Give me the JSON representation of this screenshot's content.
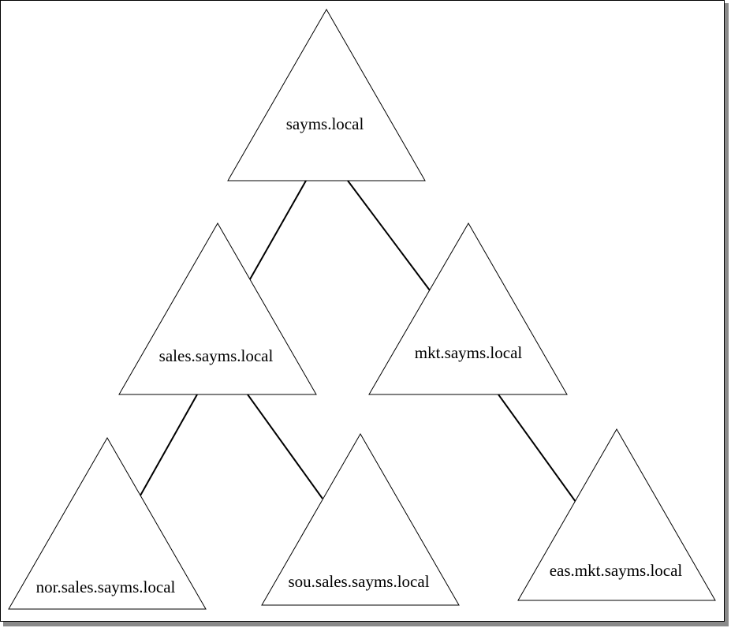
{
  "domains": {
    "root": "sayms.local",
    "sales": "sales.sayms.local",
    "mkt": "mkt.sayms.local",
    "nor": "nor.sales.sayms.local",
    "sou": "sou.sales.sayms.local",
    "eas": "eas.mkt.sayms.local"
  },
  "links": [
    {
      "from": "root",
      "to": "sales"
    },
    {
      "from": "root",
      "to": "mkt"
    },
    {
      "from": "sales",
      "to": "nor"
    },
    {
      "from": "sales",
      "to": "sou"
    },
    {
      "from": "mkt",
      "to": "eas"
    }
  ],
  "colors": {
    "stroke": "#000000",
    "fill": "#ffffff",
    "shadow": "#888888"
  }
}
